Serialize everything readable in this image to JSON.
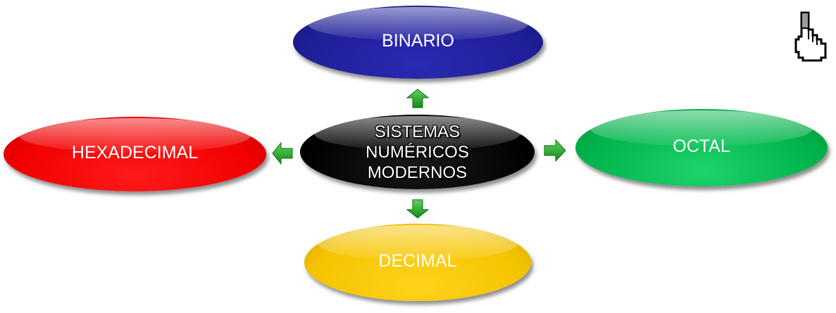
{
  "diagram": {
    "center": {
      "line1": "SISTEMAS",
      "line2": "NUMÉRICOS",
      "line3": "MODERNOS"
    },
    "top": {
      "label": "BINARIO",
      "color": "#1f1f97"
    },
    "left": {
      "label": "HEXADECIMAL",
      "color": "#f20000"
    },
    "right": {
      "label": "OCTAL",
      "color": "#00b34a"
    },
    "bottom": {
      "label": "DECIMAL",
      "color": "#f5c400"
    },
    "arrow_color": "#1e8c1e",
    "cursor_icon": "hand-pointer-icon"
  }
}
